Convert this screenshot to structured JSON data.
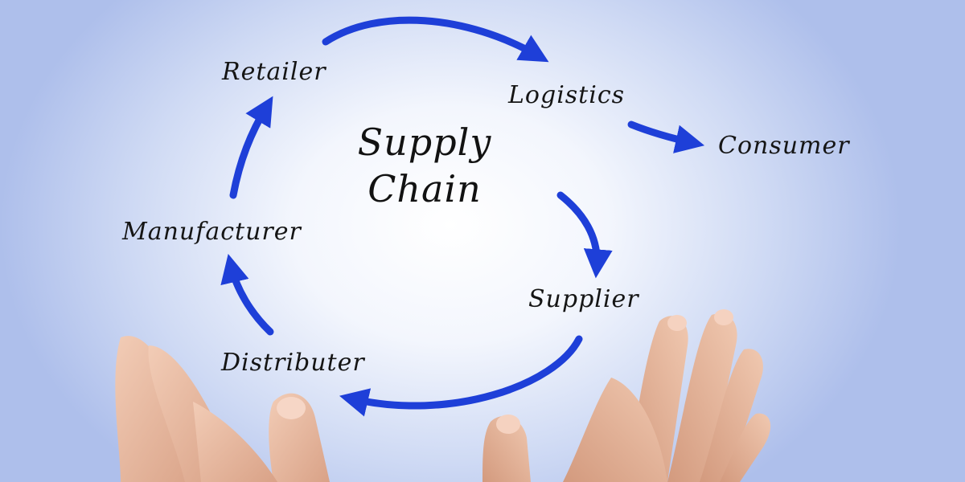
{
  "diagram": {
    "title_line1": "Supply",
    "title_line2": "Chain",
    "nodes": {
      "retailer": "Retailer",
      "logistics": "Logistics",
      "consumer": "Consumer",
      "supplier": "Supplier",
      "distributer": "Distributer",
      "manufacturer": "Manufacturer"
    },
    "flow": [
      {
        "from": "Supplier",
        "to": "Distributer"
      },
      {
        "from": "Distributer",
        "to": "Manufacturer"
      },
      {
        "from": "Manufacturer",
        "to": "Retailer"
      },
      {
        "from": "Retailer",
        "to": "Logistics"
      },
      {
        "from": "Logistics",
        "to": "Consumer"
      }
    ]
  },
  "colors": {
    "arrow": "#1e3fd8",
    "text": "#151515",
    "background_center": "#ffffff",
    "background_edge": "#aebfeb",
    "skin": "#e8b9a0"
  }
}
